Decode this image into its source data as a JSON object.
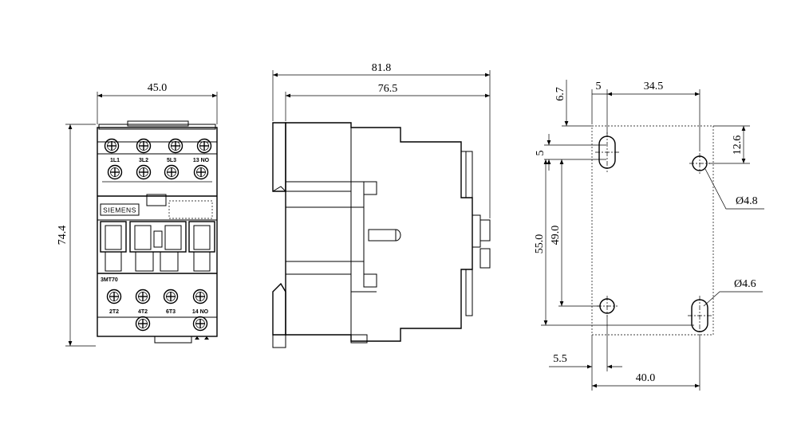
{
  "front_view": {
    "width_dim": "45.0",
    "height_dim": "74.4",
    "brand": "SIEMENS",
    "model": "3MT70",
    "top_terminals": [
      "1L1",
      "3L2",
      "5L3",
      "13 NO"
    ],
    "bottom_terminals": [
      "2T2",
      "4T2",
      "6T3",
      "14 NO"
    ]
  },
  "side_view": {
    "overall_depth_dim": "81.8",
    "body_depth_dim": "76.5"
  },
  "mounting_view": {
    "top_offset_dim": "6.7",
    "left_hole_offset_dim": "5",
    "hole_spacing_top_dim": "34.5",
    "right_hole_drop_dim": "12.6",
    "left_slot_half_dim": "5",
    "right_hole_dia_dim": "Ø4.8",
    "vertical_span_outer_dim": "55.0",
    "vertical_span_inner_dim": "49.0",
    "bottom_hole_dia_dim": "Ø4.6",
    "bottom_left_offset_dim": "5.5",
    "bottom_width_dim": "40.0"
  }
}
